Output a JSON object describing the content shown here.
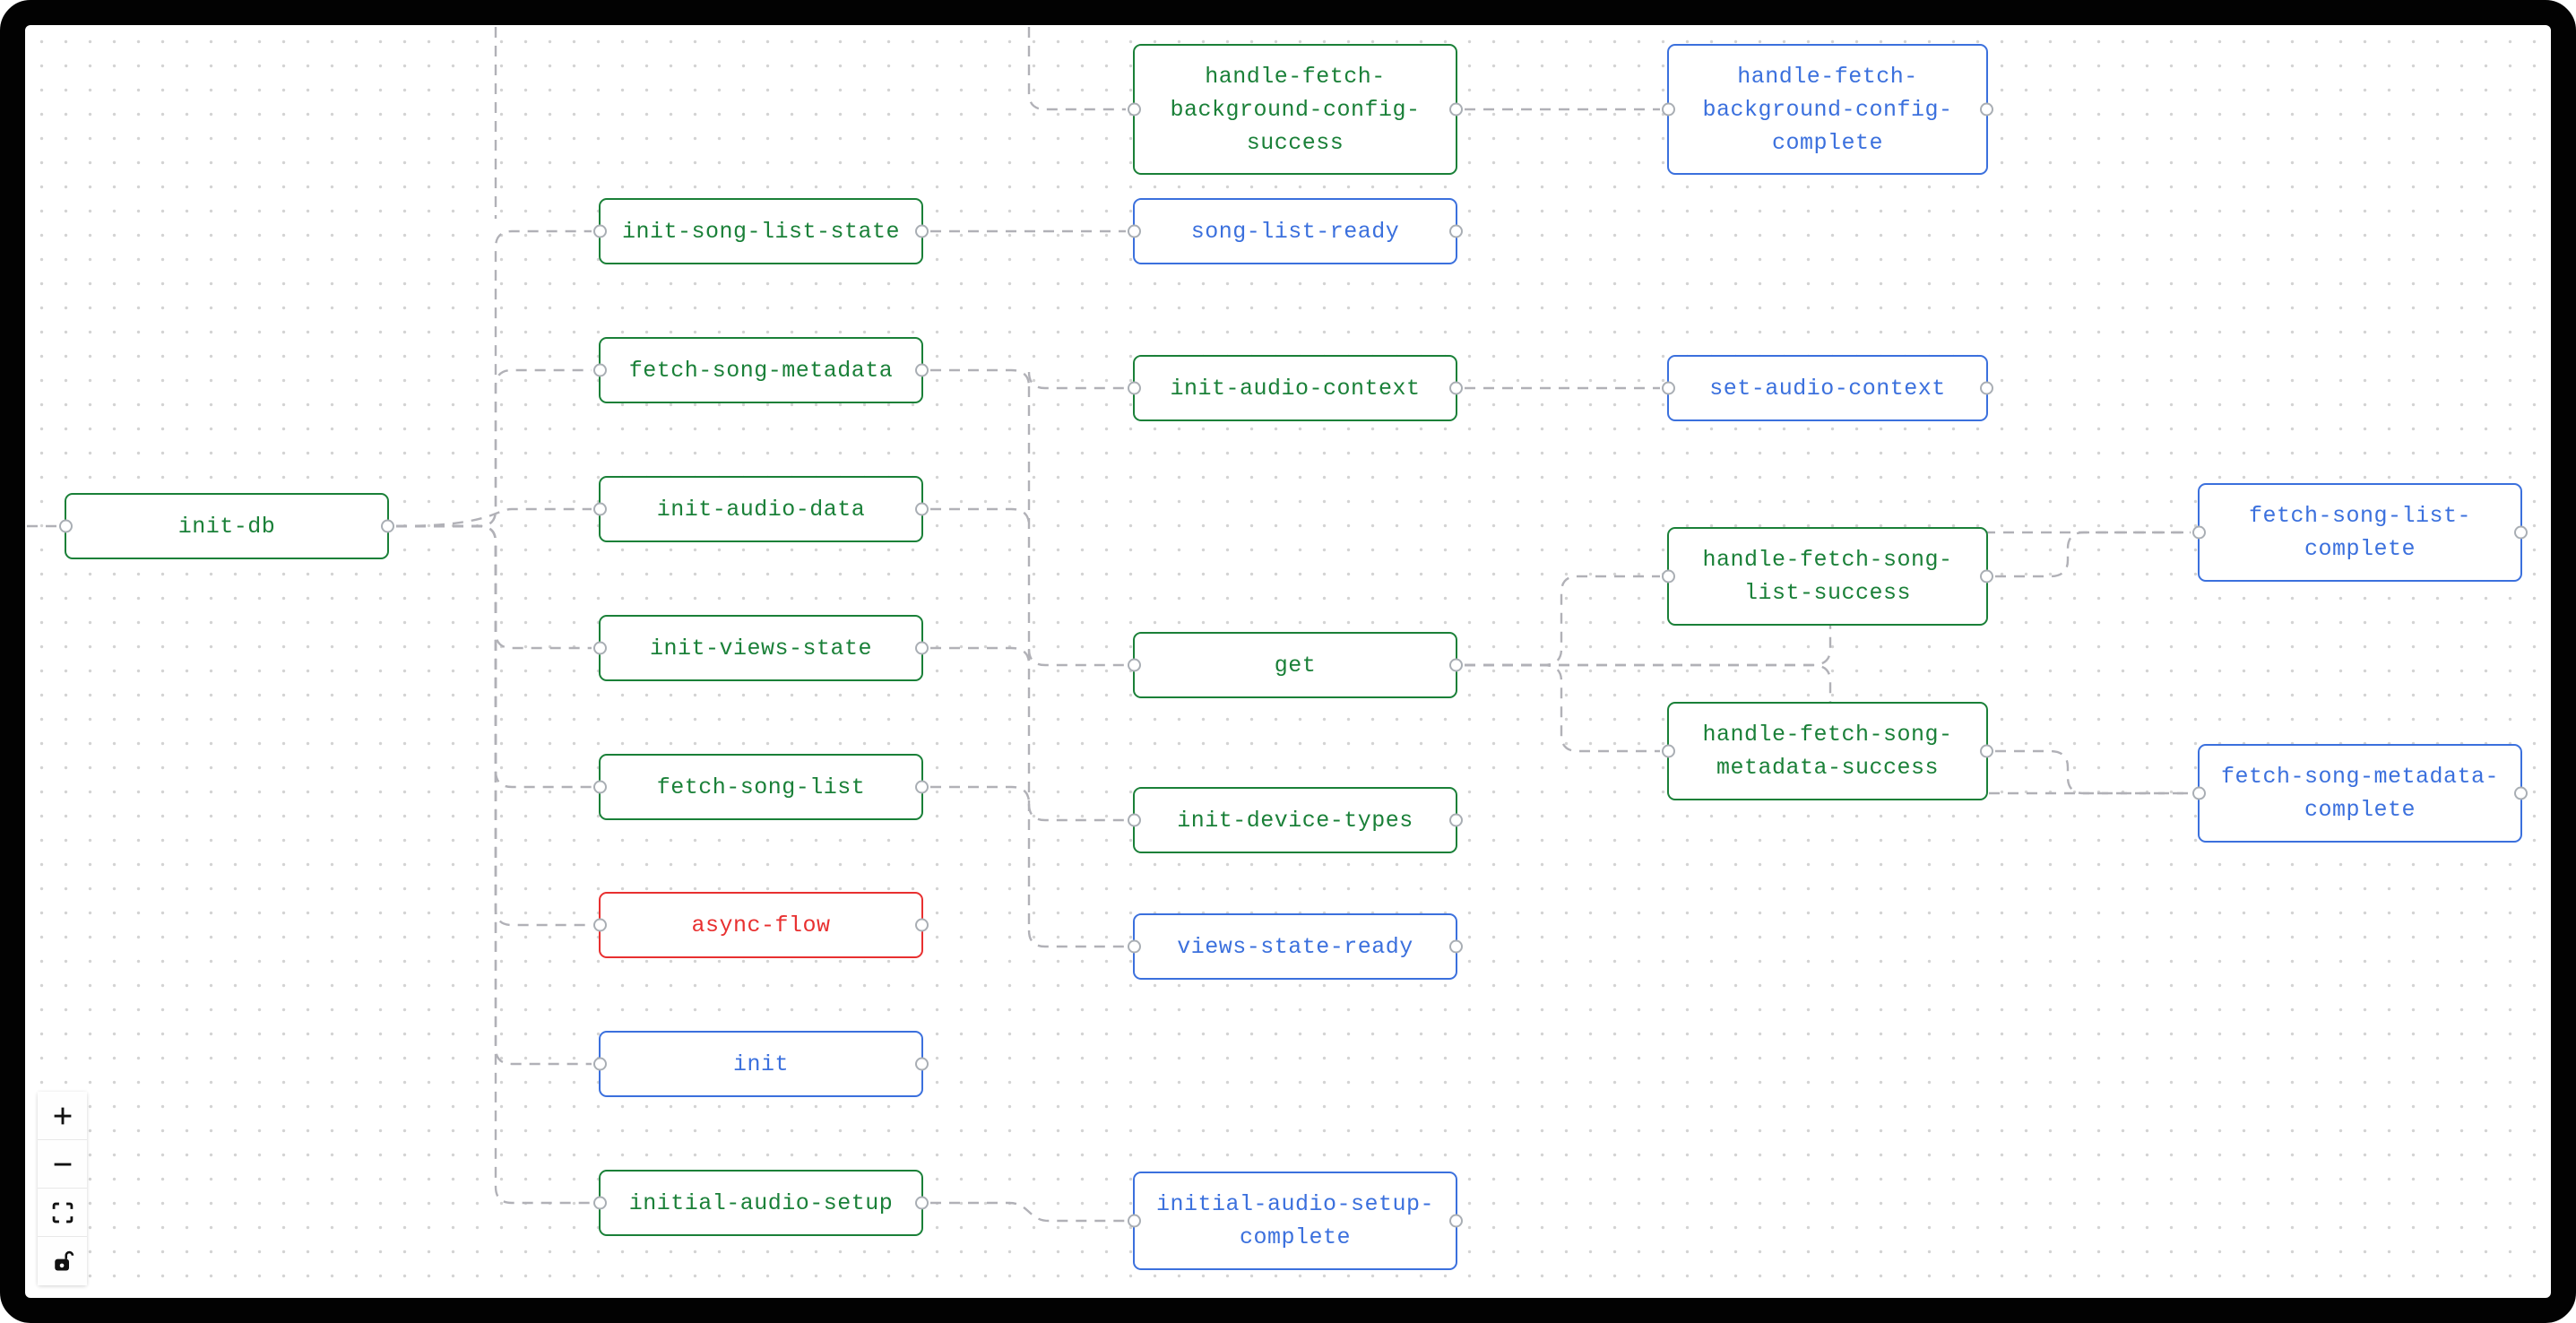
{
  "app": {
    "kind": "flow-graph-canvas",
    "colors": {
      "node_green": "#1a8038",
      "node_blue": "#3b70dd",
      "node_red": "#e83030",
      "edge_gray": "#b1b1b7",
      "canvas_dot": "#d3d3d3",
      "frame": "#020202"
    }
  },
  "diagram": {
    "nodes": {
      "init_db": {
        "label": "init-db",
        "status": "green"
      },
      "init_song_list_state": {
        "label": "init-song-list-state",
        "status": "green"
      },
      "fetch_song_metadata": {
        "label": "fetch-song-metadata",
        "status": "green"
      },
      "init_audio_data": {
        "label": "init-audio-data",
        "status": "green"
      },
      "init_views_state": {
        "label": "init-views-state",
        "status": "green"
      },
      "fetch_song_list": {
        "label": "fetch-song-list",
        "status": "green"
      },
      "async_flow": {
        "label": "async-flow",
        "status": "red"
      },
      "init": {
        "label": "init",
        "status": "blue"
      },
      "initial_audio_setup": {
        "label": "initial-audio-setup",
        "status": "green"
      },
      "handle_fetch_background_config_success": {
        "label": "handle-fetch-\nbackground-config-\nsuccess",
        "status": "green"
      },
      "song_list_ready": {
        "label": "song-list-ready",
        "status": "blue"
      },
      "init_audio_context": {
        "label": "init-audio-context",
        "status": "green"
      },
      "get": {
        "label": "get",
        "status": "green"
      },
      "init_device_types": {
        "label": "init-device-types",
        "status": "green"
      },
      "views_state_ready": {
        "label": "views-state-ready",
        "status": "blue"
      },
      "initial_audio_setup_complete": {
        "label": "initial-audio-setup-\ncomplete",
        "status": "blue"
      },
      "handle_fetch_background_config_complete": {
        "label": "handle-fetch-\nbackground-config-\ncomplete",
        "status": "blue"
      },
      "set_audio_context": {
        "label": "set-audio-context",
        "status": "blue"
      },
      "handle_fetch_song_list_success": {
        "label": "handle-fetch-song-\nlist-success",
        "status": "green"
      },
      "handle_fetch_song_metadata_success": {
        "label": "handle-fetch-song-\nmetadata-success",
        "status": "green"
      },
      "fetch_song_list_complete": {
        "label": "fetch-song-list-\ncomplete",
        "status": "blue"
      },
      "fetch_song_metadata_complete": {
        "label": "fetch-song-metadata-\ncomplete",
        "status": "blue"
      }
    }
  },
  "controls": {
    "zoom_in_icon": "plus",
    "zoom_out_icon": "minus",
    "fit_view_icon": "fit-view",
    "interactivity_icon": "lock-open"
  }
}
